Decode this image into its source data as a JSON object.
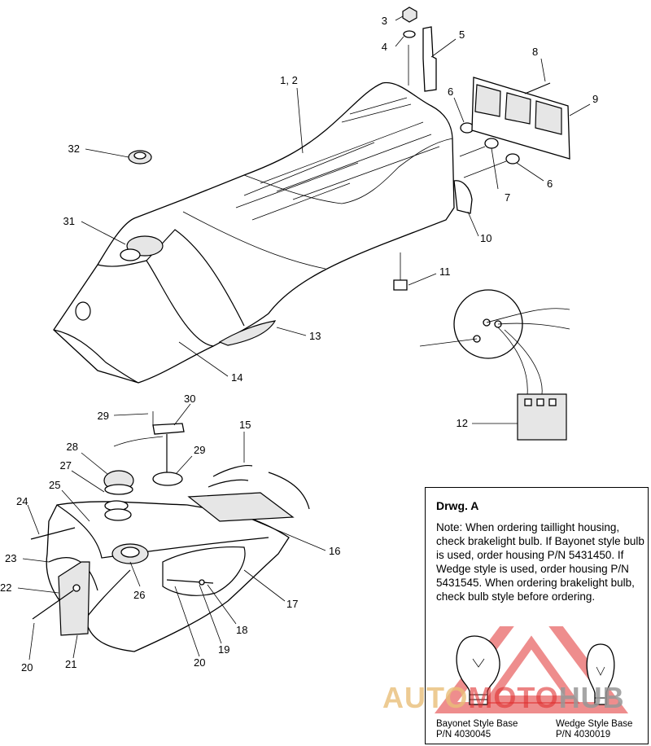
{
  "callouts": [
    {
      "id": "c3",
      "text": "3"
    },
    {
      "id": "c4",
      "text": "4"
    },
    {
      "id": "c5",
      "text": "5"
    },
    {
      "id": "c8",
      "text": "8"
    },
    {
      "id": "c12a",
      "text": "1, 2"
    },
    {
      "id": "c6a",
      "text": "6"
    },
    {
      "id": "c9",
      "text": "9"
    },
    {
      "id": "c32",
      "text": "32"
    },
    {
      "id": "c7",
      "text": "7"
    },
    {
      "id": "c6b",
      "text": "6"
    },
    {
      "id": "c31",
      "text": "31"
    },
    {
      "id": "c10",
      "text": "10"
    },
    {
      "id": "c11",
      "text": "11"
    },
    {
      "id": "c13",
      "text": "13"
    },
    {
      "id": "c14",
      "text": "14"
    },
    {
      "id": "c12",
      "text": "12"
    },
    {
      "id": "c29a",
      "text": "29"
    },
    {
      "id": "c30",
      "text": "30"
    },
    {
      "id": "c15",
      "text": "15"
    },
    {
      "id": "c28",
      "text": "28"
    },
    {
      "id": "c29b",
      "text": "29"
    },
    {
      "id": "c27",
      "text": "27"
    },
    {
      "id": "c25",
      "text": "25"
    },
    {
      "id": "c24",
      "text": "24"
    },
    {
      "id": "c16",
      "text": "16"
    },
    {
      "id": "c23",
      "text": "23"
    },
    {
      "id": "c22",
      "text": "22"
    },
    {
      "id": "c26",
      "text": "26"
    },
    {
      "id": "c17",
      "text": "17"
    },
    {
      "id": "c18",
      "text": "18"
    },
    {
      "id": "c19",
      "text": "19"
    },
    {
      "id": "c20a",
      "text": "20"
    },
    {
      "id": "c21",
      "text": "21"
    },
    {
      "id": "c20b",
      "text": "20"
    }
  ],
  "drawing_a": {
    "title": "Drwg. A",
    "note": "Note: When ordering taillight housing, check brakelight bulb.  If Bayonet style bulb is  used, order housing P/N 5431450.  If Wedge style is used, order housing P/N 5431545.  When ordering brakelight bulb, check bulb style before ordering.",
    "bayonet_caption": "Bayonet Style Base",
    "bayonet_pn": "P/N 4030045",
    "wedge_caption": "Wedge Style Base",
    "wedge_pn": "P/N 4030019"
  },
  "watermark": {
    "auto": "AUTO",
    "moto": "MOTO",
    "hub": "HUB"
  },
  "colors": {
    "watermark_red": "#e03030",
    "watermark_gold": "#e8be78",
    "watermark_gray": "#969696"
  }
}
